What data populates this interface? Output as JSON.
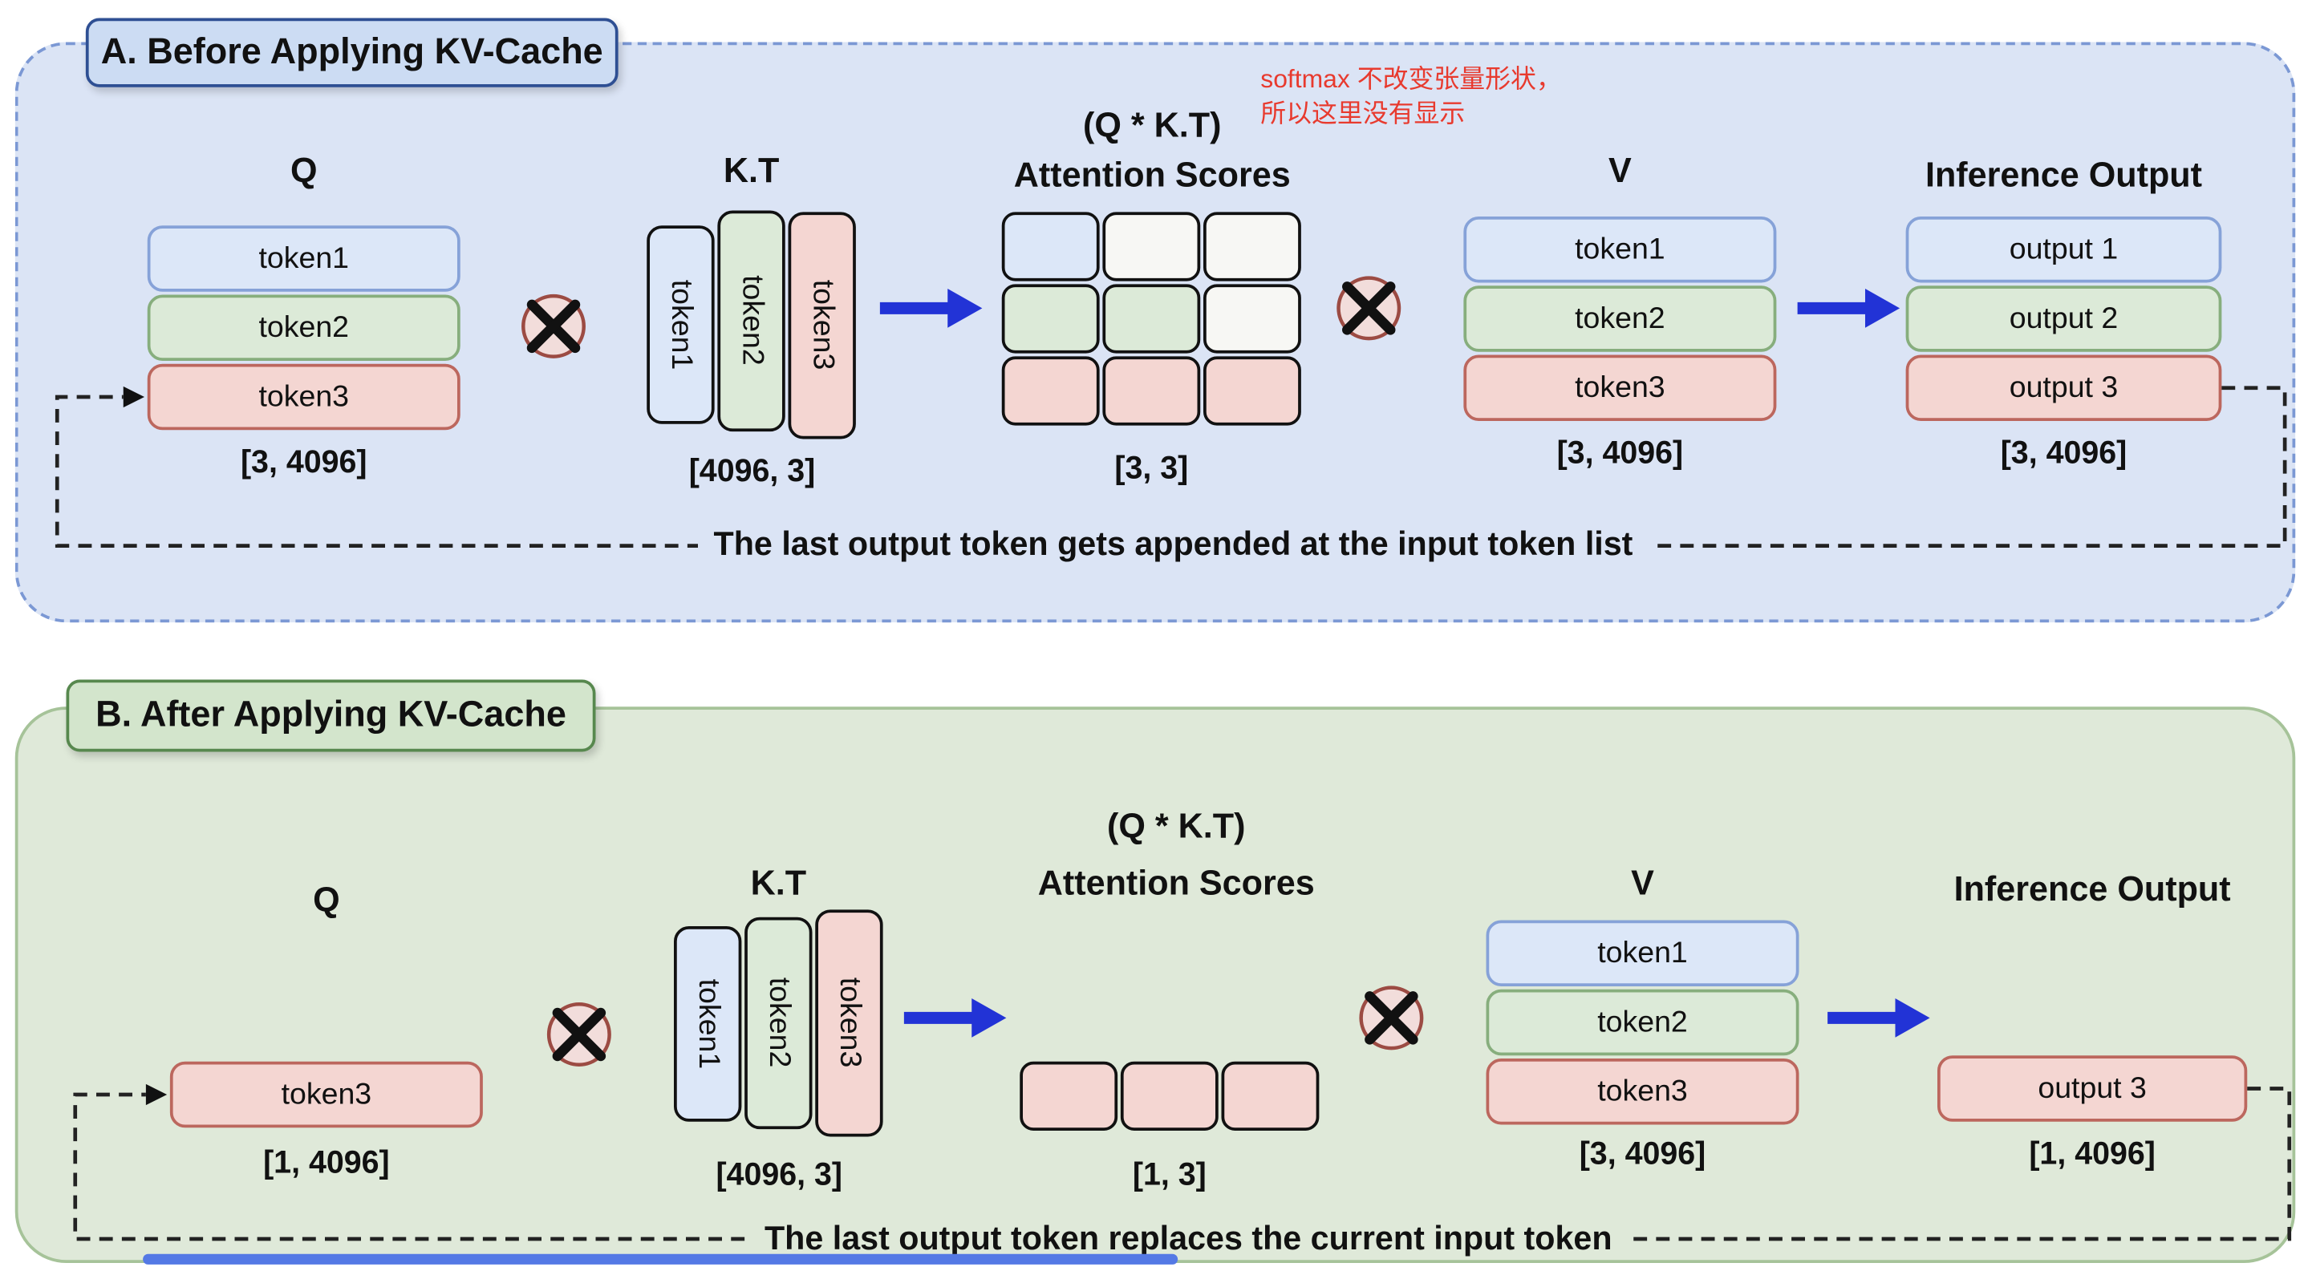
{
  "colors": {
    "panel_a_bg": "#dbe4f5",
    "panel_a_border": "#7b98d4",
    "panel_b_bg": "#dfe9d9",
    "panel_b_border": "#a6c399",
    "token_blue": "#dce7f8",
    "token_green": "#dcead8",
    "token_red": "#f4d6d2",
    "masked_cell": "#f7f7f4",
    "arrow_blue": "#2233d6",
    "note_red": "#e83a2e"
  },
  "note": {
    "line1": "softmax 不改变张量形状，",
    "line2": "所以这里没有显示"
  },
  "panel_a": {
    "title": "A. Before Applying KV-Cache",
    "q": {
      "label": "Q",
      "rows": [
        "token1",
        "token2",
        "token3"
      ],
      "shape": "[3, 4096]"
    },
    "kt": {
      "label": "K.T",
      "cols": [
        "token1",
        "token2",
        "token3"
      ],
      "shape": "[4096, 3]"
    },
    "attention": {
      "formula": "(Q * K.T)",
      "label": "Attention Scores",
      "shape": "[3, 3]",
      "grid": [
        [
          "blue",
          "masked",
          "masked"
        ],
        [
          "green",
          "green",
          "masked"
        ],
        [
          "red",
          "red",
          "red"
        ]
      ]
    },
    "v": {
      "label": "V",
      "rows": [
        "token1",
        "token2",
        "token3"
      ],
      "shape": "[3, 4096]"
    },
    "output": {
      "label": "Inference Output",
      "rows": [
        "output 1",
        "output 2",
        "output 3"
      ],
      "shape": "[3, 4096]"
    },
    "loop_text": "The last output token gets appended at the input token list"
  },
  "panel_b": {
    "title": "B. After Applying KV-Cache",
    "q": {
      "label": "Q",
      "rows": [
        "token3"
      ],
      "shape": "[1, 4096]"
    },
    "kt": {
      "label": "K.T",
      "cols": [
        "token1",
        "token2",
        "token3"
      ],
      "shape": "[4096, 3]"
    },
    "attention": {
      "formula": "(Q * K.T)",
      "label": "Attention Scores",
      "shape": "[1, 3]",
      "grid": [
        [
          "red",
          "red",
          "red"
        ]
      ]
    },
    "v": {
      "label": "V",
      "rows": [
        "token1",
        "token2",
        "token3"
      ],
      "shape": "[3, 4096]"
    },
    "output": {
      "label": "Inference Output",
      "rows": [
        "output 3"
      ],
      "shape": "[1, 4096]"
    },
    "loop_text": "The last output token replaces the current input token"
  }
}
